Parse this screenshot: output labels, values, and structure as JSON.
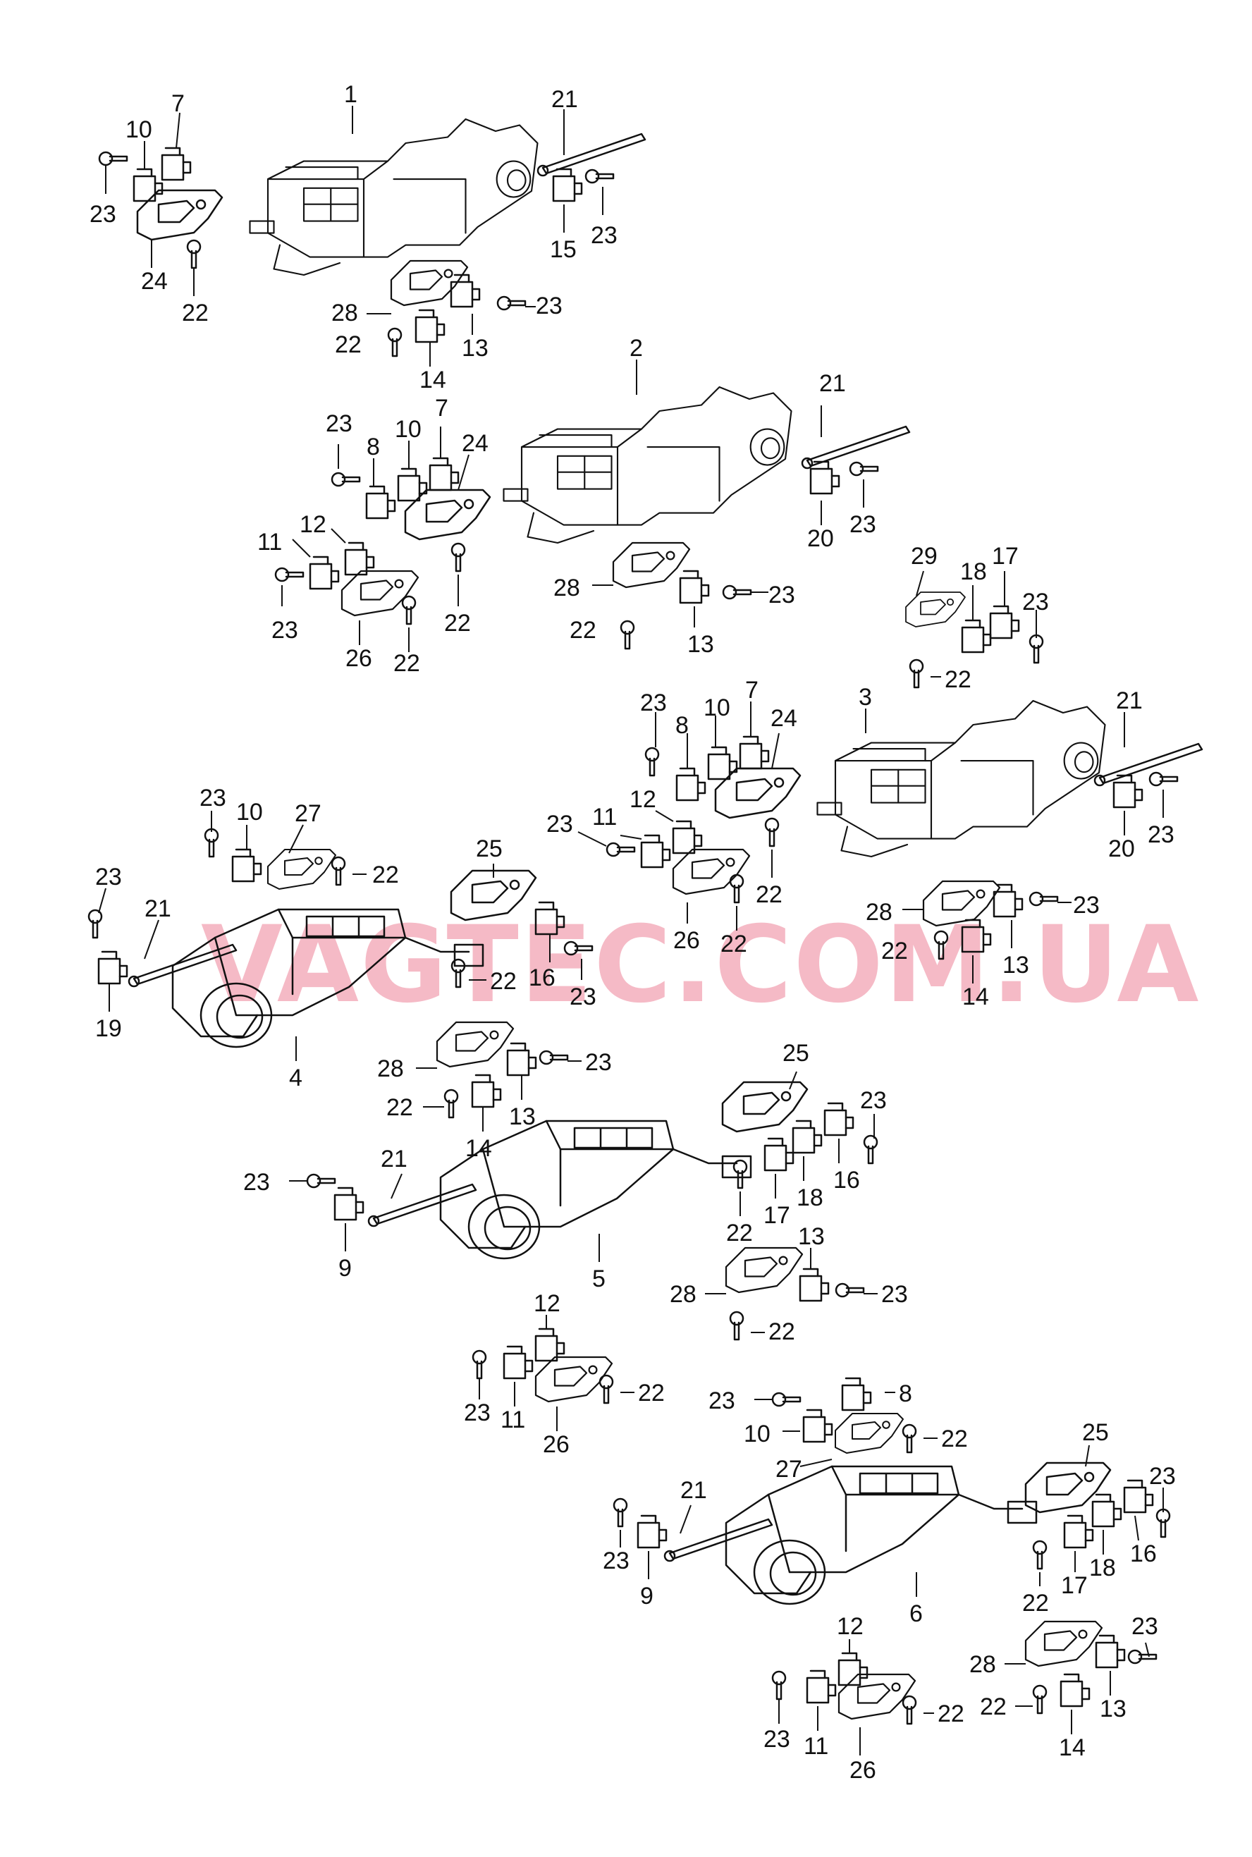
{
  "watermark": "VAGTEC.COM.UA",
  "callouts": {
    "c1": "1",
    "c7a": "7",
    "c10a": "10",
    "c23a": "23",
    "c24a": "24",
    "c22a": "22",
    "c21a": "21",
    "c15": "15",
    "c23b": "23",
    "c28a": "28",
    "c22b": "22",
    "c14a": "14",
    "c13a": "13",
    "c23c": "23",
    "c2": "2",
    "c23d": "23",
    "c8a": "8",
    "c10b": "10",
    "c7b": "7",
    "c24b": "24",
    "c11a": "11",
    "c12a": "12",
    "c23e": "23",
    "c26a": "26",
    "c22c": "22",
    "c22d": "22",
    "c28b": "28",
    "c22e": "22",
    "c13b": "13",
    "c23f": "23",
    "c21b": "21",
    "c20a": "20",
    "c23g": "23",
    "c29": "29",
    "c18a": "18",
    "c17a": "17",
    "c23h": "23",
    "c22f": "22",
    "c3": "3",
    "c23i": "23",
    "c8b": "8",
    "c10c": "10",
    "c7c": "7",
    "c24c": "24",
    "c23j": "23",
    "c11b": "11",
    "c12b": "12",
    "c26b": "26",
    "c22g": "22",
    "c22h": "22",
    "c21c": "21",
    "c20b": "20",
    "c23k": "23",
    "c28c": "28",
    "c22i": "22",
    "c14b": "14",
    "c13c": "13",
    "c23l": "23",
    "c23m": "23",
    "c10d": "10",
    "c27a": "27",
    "c22j": "22",
    "c23n": "23",
    "c21d": "21",
    "c19": "19",
    "c4": "4",
    "c25a": "25",
    "c22k": "22",
    "c16a": "16",
    "c23o": "23",
    "c28d": "28",
    "c22l": "22",
    "c14c": "14",
    "c13d": "13",
    "c23p": "23",
    "c23q": "23",
    "c21e": "21",
    "c9a": "9",
    "c5": "5",
    "c25b": "25",
    "c23r": "23",
    "c22m": "22",
    "c17b": "17",
    "c18b": "18",
    "c16b": "16",
    "c13e": "13",
    "c28e": "28",
    "c22n": "22",
    "c23s": "23",
    "c12c": "12",
    "c23t": "23",
    "c11c": "11",
    "c26c": "26",
    "c22o": "22",
    "c23u": "23",
    "c8c": "8",
    "c10e": "10",
    "c27b": "27",
    "c22p": "22",
    "c21f": "21",
    "c23v": "23",
    "c9b": "9",
    "c6": "6",
    "c25c": "25",
    "c23w": "23",
    "c22q": "22",
    "c17c": "17",
    "c18c": "18",
    "c16c": "16",
    "c12d": "12",
    "c23x": "23",
    "c11d": "11",
    "c26d": "26",
    "c22r": "22",
    "c28f": "28",
    "c22s": "22",
    "c14d": "14",
    "c13f": "13",
    "c23y": "23"
  }
}
